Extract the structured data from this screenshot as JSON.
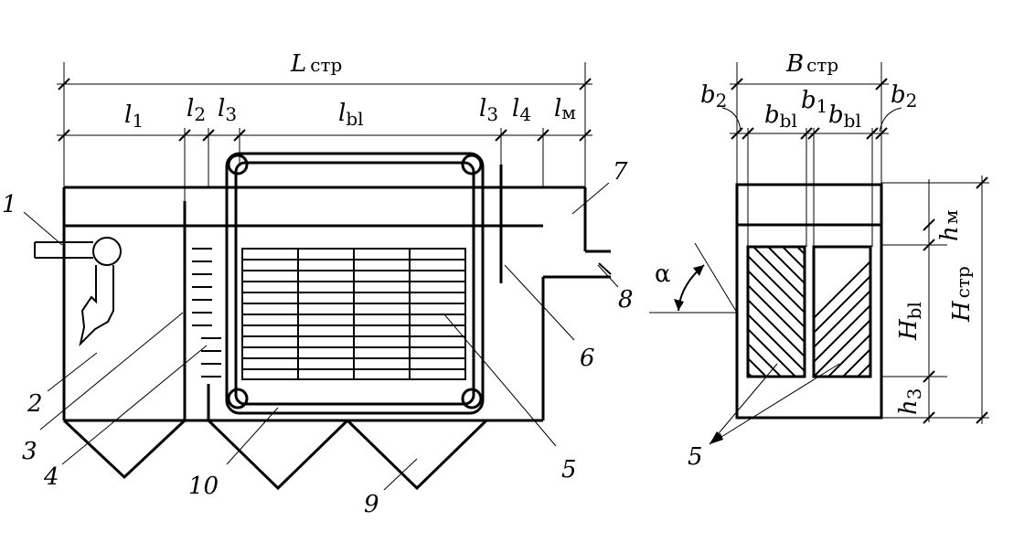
{
  "dims": {
    "L": {
      "main": "L",
      "sub": "стр"
    },
    "l1": {
      "main": "l",
      "sub": "1"
    },
    "l2": {
      "main": "l",
      "sub": "2"
    },
    "l3a": {
      "main": "l",
      "sub": "3"
    },
    "lbl": {
      "main": "l",
      "sub": "bl"
    },
    "l3b": {
      "main": "l",
      "sub": "3"
    },
    "l4": {
      "main": "l",
      "sub": "4"
    },
    "lm": {
      "main": "l",
      "sub": "м"
    },
    "B": {
      "main": "B",
      "sub": "стр"
    },
    "b2a": {
      "main": "b",
      "sub": "2"
    },
    "bbl1": {
      "main": "b",
      "sub": "bl"
    },
    "b1": {
      "main": "b",
      "sub": "1"
    },
    "bbl2": {
      "main": "b",
      "sub": "bl"
    },
    "b2b": {
      "main": "b",
      "sub": "2"
    },
    "hm": {
      "main": "h",
      "sub": "м"
    },
    "Hbl": {
      "main": "H",
      "sub": "bl"
    },
    "Hstr": {
      "main": "H",
      "sub": "стр"
    },
    "h3": {
      "main": "h",
      "sub": "3"
    },
    "alpha": "α"
  },
  "callouts": {
    "c1": "1",
    "c2": "2",
    "c3": "3",
    "c4": "4",
    "c5": "5",
    "c6": "6",
    "c7": "7",
    "c8": "8",
    "c9": "9",
    "c10": "10",
    "c5b": "5"
  }
}
